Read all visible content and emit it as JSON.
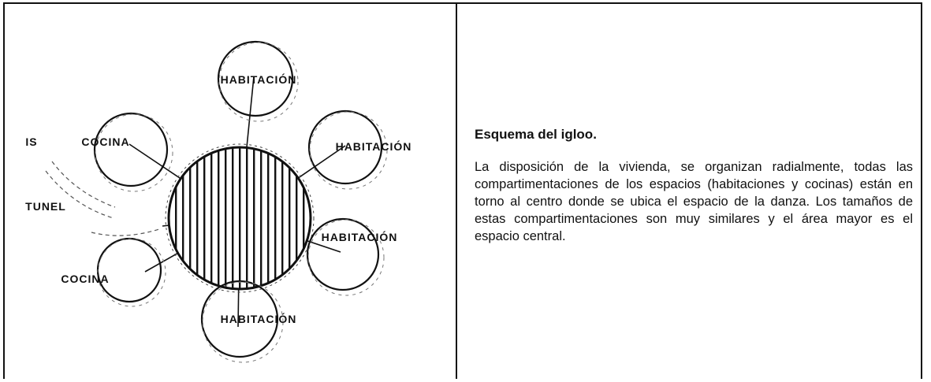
{
  "diagram": {
    "center_label": "",
    "rooms": [
      {
        "id": "top",
        "label": "HABITACIÓN"
      },
      {
        "id": "upper-right",
        "label": "HABITACIÓN"
      },
      {
        "id": "lower-right",
        "label": "HABITACIÓN"
      },
      {
        "id": "bottom",
        "label": "HABITACIÓN"
      },
      {
        "id": "lower-left",
        "label": "COCINA"
      },
      {
        "id": "upper-left",
        "label": "COCINA"
      }
    ],
    "entrance_labels": [
      "IS",
      "TUNEL"
    ]
  },
  "description": {
    "title": "Esquema del igloo.",
    "paragraph": "La disposición de la vivienda, se organizan radialmente, todas las compartimentaciones de los espacios (habitaciones y cocinas) están en torno al centro donde se ubica el espacio de la danza. Los tamaños de estas compartimentaciones son muy similares y el área mayor es el espacio central."
  }
}
